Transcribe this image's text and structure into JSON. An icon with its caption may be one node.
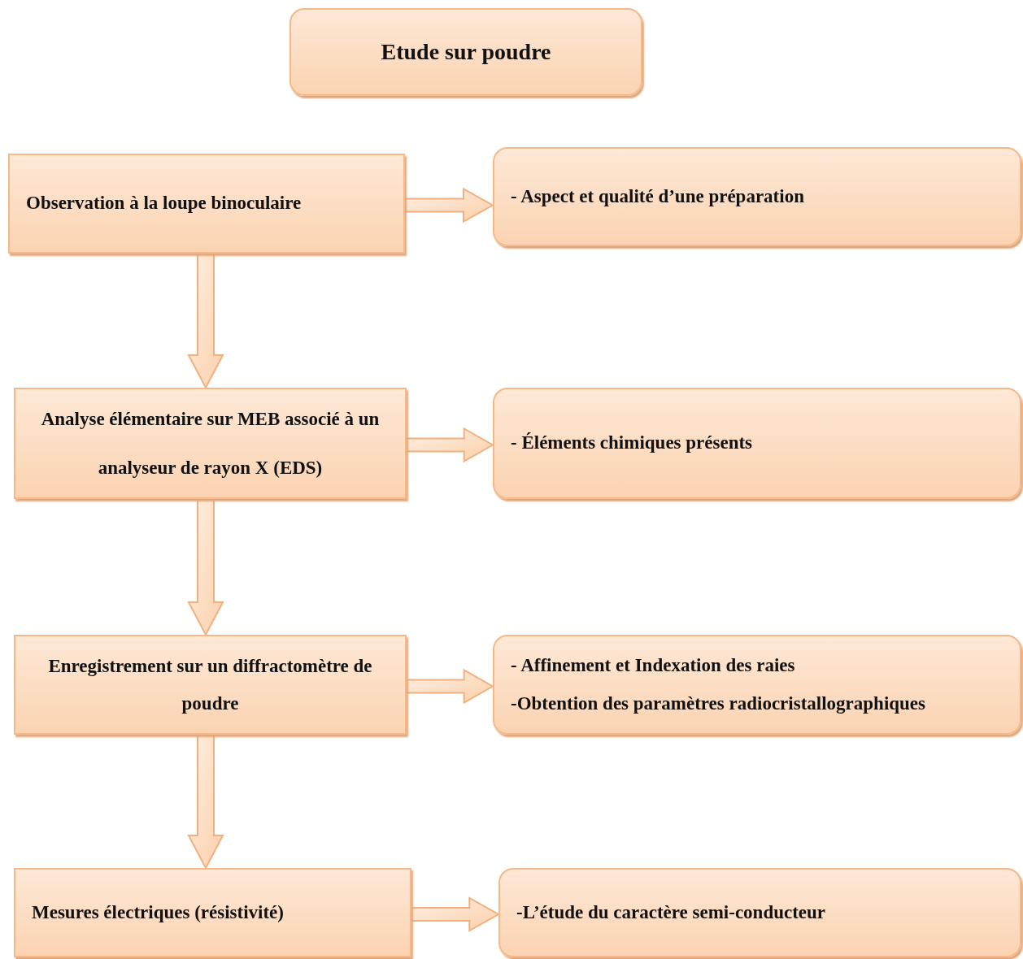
{
  "diagram": {
    "nodes": [
      {
        "text": [
          "Etude sur poudre"
        ]
      },
      {
        "text": [
          "Observation à la loupe binoculaire"
        ]
      },
      {
        "text": [
          "- Aspect et qualité d’une préparation"
        ]
      },
      {
        "text": [
          "Analyse élémentaire sur MEB associé à un analyseur de rayon X (EDS)"
        ]
      },
      {
        "text": [
          "- Éléments chimiques présents"
        ]
      },
      {
        "text": [
          "Enregistrement sur un diffractomètre de poudre"
        ]
      },
      {
        "text": [
          "- Affinement et Indexation des raies",
          "-Obtention des paramètres radiocristallographiques"
        ]
      },
      {
        "text": [
          "Mesures électriques (résistivité)"
        ]
      },
      {
        "text": [
          "-L’étude du caractère semi-conducteur"
        ]
      }
    ],
    "edges": [
      {
        "from": 1,
        "to": 2,
        "arrow": "to"
      },
      {
        "from": 1,
        "to": 3,
        "arrow": "to"
      },
      {
        "from": 3,
        "to": 4,
        "arrow": "to"
      },
      {
        "from": 3,
        "to": 5,
        "arrow": "to"
      },
      {
        "from": 5,
        "to": 6,
        "arrow": "to"
      },
      {
        "from": 5,
        "to": 7,
        "arrow": "to"
      },
      {
        "from": 7,
        "to": 8,
        "arrow": "to"
      }
    ]
  }
}
